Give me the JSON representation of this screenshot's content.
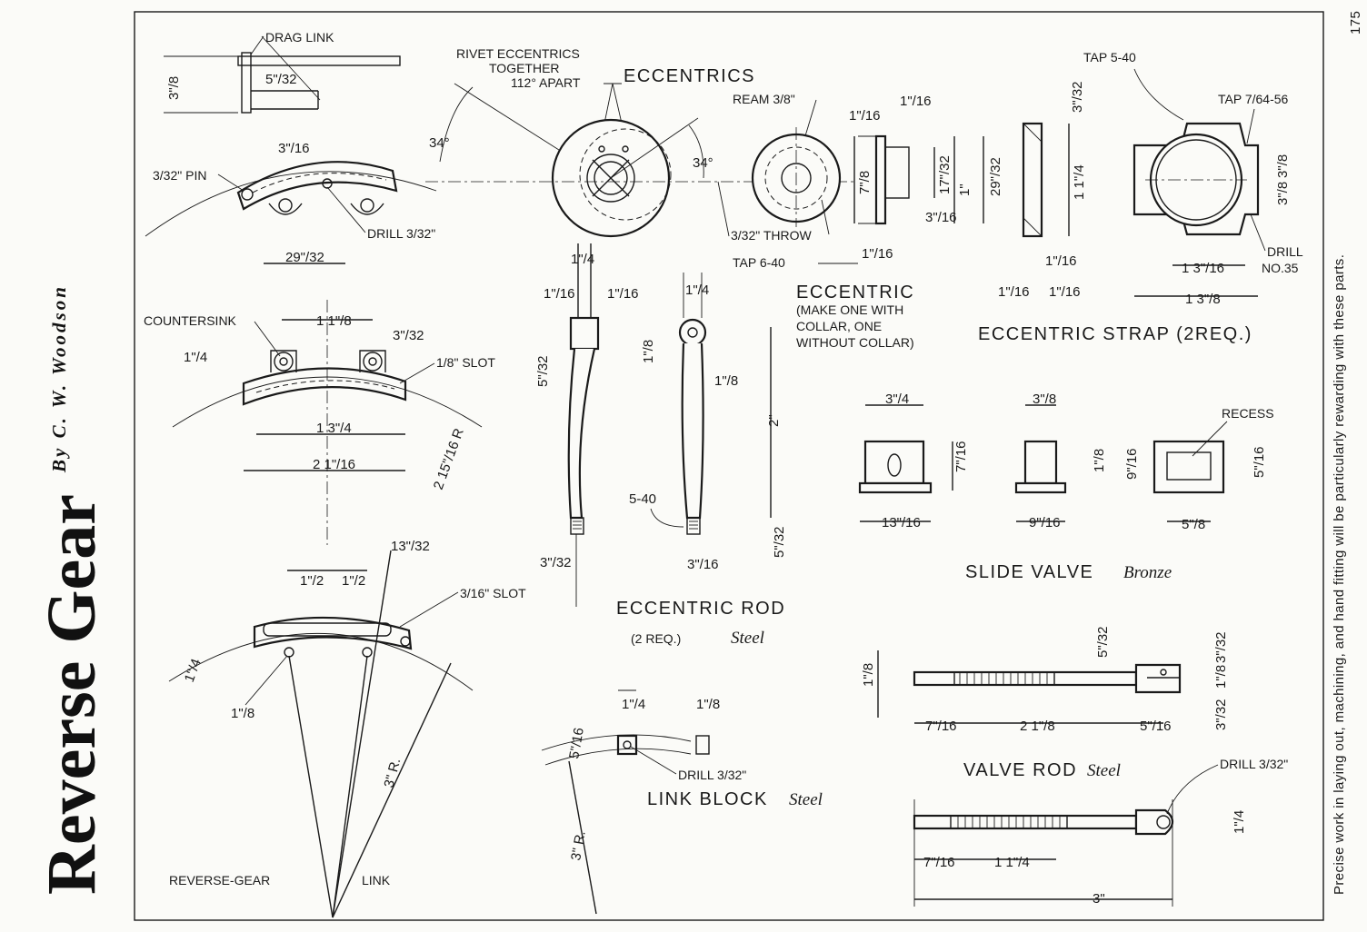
{
  "title": "Reverse Gear",
  "byline": "By C. W. Woodson",
  "side_note": "Precise work in laying out, machining, and hand fitting will be particularly rewarding with these parts.",
  "page_number": "175",
  "labels": {
    "drag_link": "DRAG LINK",
    "pin": "3/32\" PIN",
    "drill_top": "DRILL 3/32\"",
    "countersink": "COUNTERSINK",
    "slot_18": "1/8\" SLOT",
    "slot_316": "3/16\" SLOT",
    "reverse_gear": "REVERSE-GEAR",
    "link": "LINK",
    "rivet": "RIVET ECCENTRICS",
    "together": "TOGETHER",
    "apart": "112° APART",
    "eccentrics": "ECCENTRICS",
    "ream": "REAM 3/8\"",
    "throw": "3/32\" THROW",
    "tap640": "TAP 6-40",
    "eccentric": "ECCENTRIC",
    "eccentric_note1": "(MAKE ONE WITH",
    "eccentric_note2": "COLLAR, ONE",
    "eccentric_note3": "WITHOUT COLLAR)",
    "tap540": "TAP 5-40",
    "tap764": "TAP 7/64-56",
    "drill35a": "DRILL",
    "drill35b": "NO.35",
    "strap": "ECCENTRIC STRAP (2REQ.)",
    "rod": "ECCENTRIC ROD",
    "rod_req": "(2 REQ.)",
    "rod_steel": "Steel",
    "thread540": "5-40",
    "recess": "RECESS",
    "slide_valve": "SLIDE VALVE",
    "bronze": "Bronze",
    "valve_rod": "VALVE ROD",
    "valve_steel": "Steel",
    "drill_valve": "DRILL 3/32\"",
    "link_block": "LINK BLOCK",
    "link_steel": "Steel",
    "drill_block": "DRILL 3/32\""
  },
  "dims": {
    "a34": "34°",
    "a34b": "34°",
    "d3_8": "3\"/8",
    "d5_32": "5\"/32",
    "d3_16": "3\"/16",
    "d29_32": "29\"/32",
    "d1_1_8": "1 1\"/8",
    "d3_32": "3\"/32",
    "d1_4": "1\"/4",
    "d1_3_4": "1 3\"/4",
    "d2_1_16": "2 1\"/16",
    "d2_15_16R": "2 15\"/16 R",
    "d1_2a": "1\"/2",
    "d1_2b": "1\"/2",
    "d13_32": "13\"/32",
    "d3R": "3\" R.",
    "d1_8": "1\"/8",
    "rod_1_4": "1\"/4",
    "rod_1_16": "1\"/16",
    "rod_2": "2\"",
    "rod_5_32": "5\"/32",
    "rod_3_16": "3\"/16",
    "rod_3_32": "3\"/32",
    "ecc_7_8": "7\"/8",
    "ecc_17_32": "17\"/32",
    "ecc_1": "1\"",
    "ecc_29_32": "29\"/32",
    "ecc_11_4": "1 1\"/4",
    "strap_3_16": "1 3\"/16",
    "strap_1_3_8": "1 3\"/8",
    "sv_3_4": "3\"/4",
    "sv_3_8": "3\"/8",
    "sv_7_16": "7\"/16",
    "sv_13_16": "13\"/16",
    "sv_9_16": "9\"/16",
    "sv_5_8": "5\"/8",
    "sv_5_16": "5\"/16",
    "vr_7_16": "7\"/16",
    "vr_2_1_8": "2 1\"/8",
    "vr_5_16": "5\"/16",
    "vr_1_1_4": "1 1\"/4",
    "vr_3": "3\""
  }
}
